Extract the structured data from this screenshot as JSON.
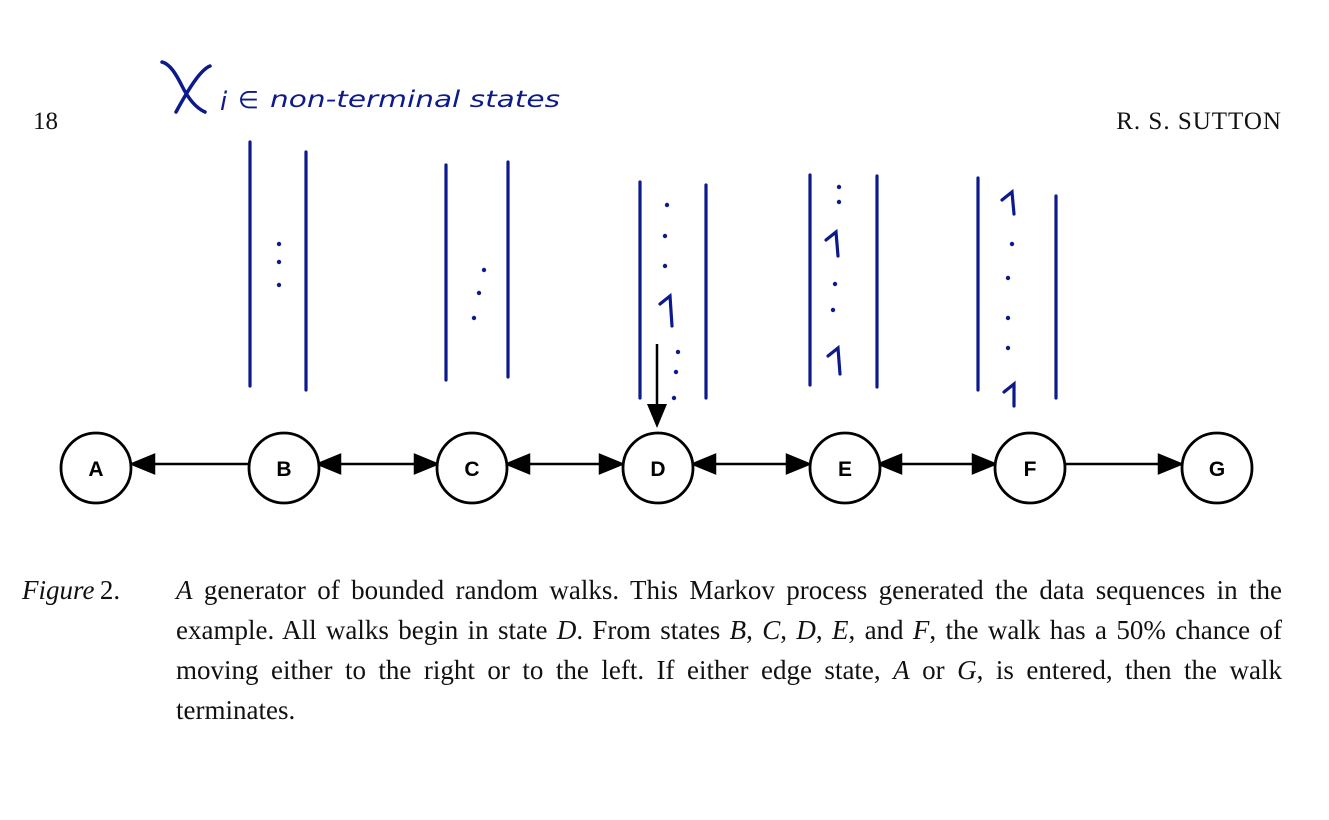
{
  "header": {
    "page_number": "18",
    "author": "R. S. SUTTON"
  },
  "annotation": {
    "label": "Xi ∈ non-terminal states",
    "ones_mark": "1",
    "ink_color": "#0c1a8c"
  },
  "diagram": {
    "states": [
      "A",
      "B",
      "C",
      "D",
      "E",
      "F",
      "G"
    ],
    "start_state": "D",
    "terminal_states": [
      "A",
      "G"
    ]
  },
  "caption": {
    "label": "Figure",
    "number": "2.",
    "text": "A generator of bounded random walks. This Markov process generated the data sequences in the example. All walks begin in state D. From states B, C, D, E, and F, the walk has a 50% chance of moving either to the right or to the left. If either edge state, A or G, is entered, then the walk terminates."
  }
}
